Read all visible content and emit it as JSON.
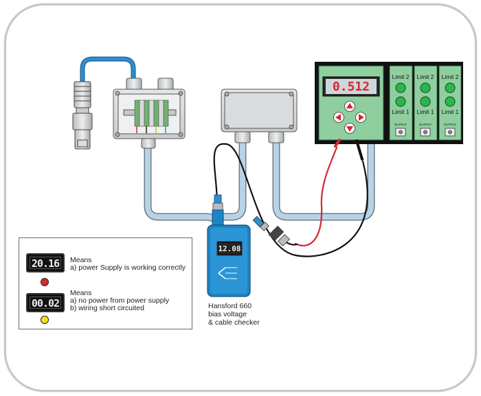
{
  "main_display": {
    "value": "0.512"
  },
  "checker_display": {
    "value": "12.08"
  },
  "limit_panels": [
    {
      "top_label": "Limit 2",
      "bottom_label": "Limit 1",
      "output_label": "OUTPUT"
    },
    {
      "top_label": "Limit 2",
      "bottom_label": "Limit 1",
      "output_label": "OUTPUT"
    },
    {
      "top_label": "Limit 2",
      "bottom_label": "Limit 1",
      "output_label": "OUTPUT"
    }
  ],
  "checker_caption": {
    "line1": "Hansford 660",
    "line2": "bias voltage",
    "line3": "& cable checker"
  },
  "legend": [
    {
      "display": "20.16",
      "led_color": "#d42a2a",
      "heading": "Means",
      "lines": [
        "a) power Supply is working correctly"
      ]
    },
    {
      "display": "00.02",
      "led_color": "#f2e21c",
      "heading": "Means",
      "lines": [
        "a) no power from power supply",
        "b) wiring short circuited"
      ]
    }
  ],
  "colors": {
    "cable_blue": "#a8c6dc",
    "checker_blue": "#1f84c4",
    "instrument_green": "#8fcf9f",
    "probe_red": "#d8262e"
  }
}
